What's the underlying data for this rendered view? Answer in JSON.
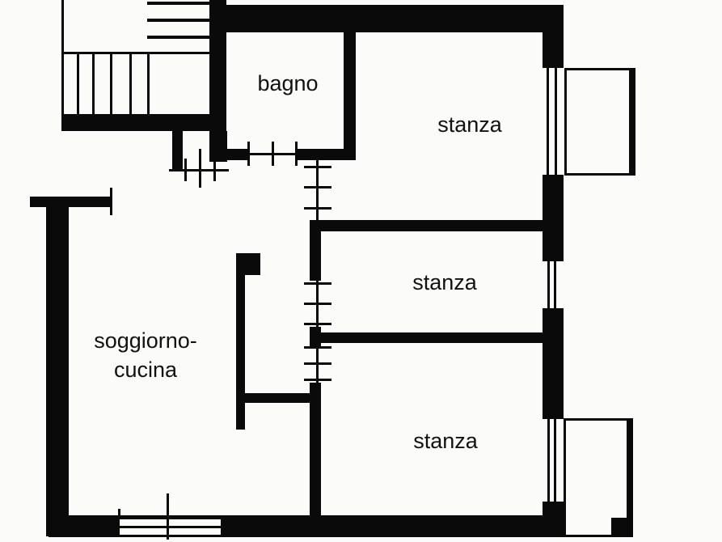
{
  "diagram": {
    "kind": "apartment-floor-plan",
    "rooms": {
      "bagno": {
        "label": "bagno"
      },
      "stanza_top": {
        "label": "stanza"
      },
      "stanza_middle": {
        "label": "stanza"
      },
      "stanza_bottom": {
        "label": "stanza"
      },
      "soggiorno_cucina": {
        "label_line1": "soggiorno-",
        "label_line2": "cucina"
      }
    },
    "colors": {
      "wall": "#0a0a0a",
      "background": "#fbfbf9",
      "text": "#111111"
    }
  }
}
